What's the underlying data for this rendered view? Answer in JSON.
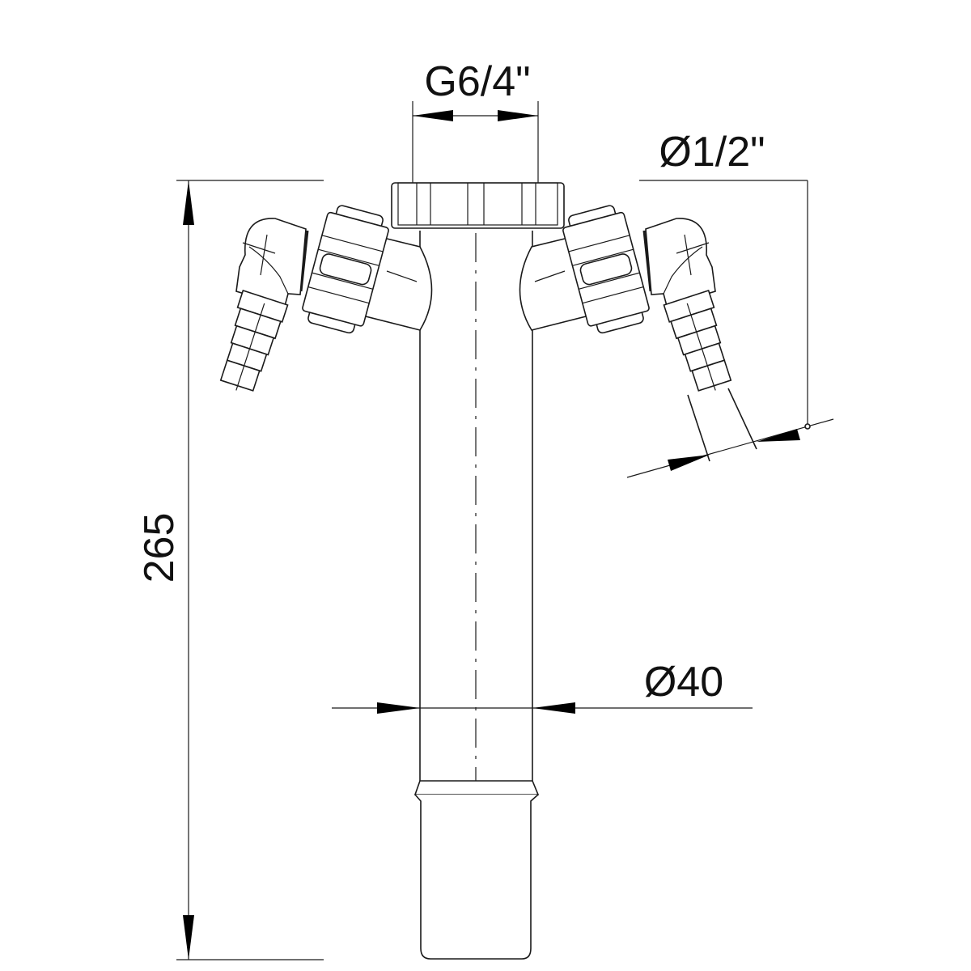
{
  "dimensions": {
    "thread": "G6/4\"",
    "hose_diameter": "Ø1/2\"",
    "height": "265",
    "pipe_diameter": "Ø40"
  }
}
